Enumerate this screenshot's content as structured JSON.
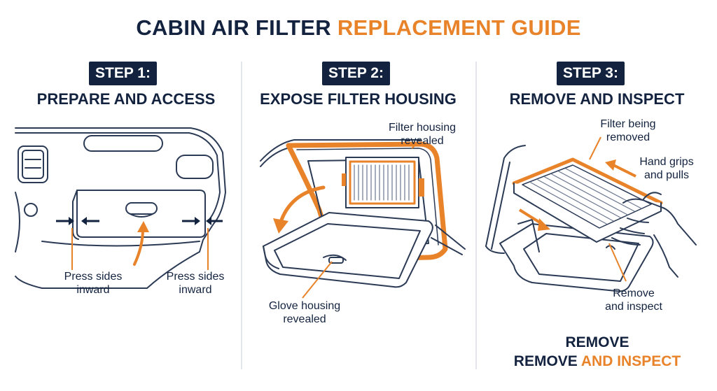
{
  "title": {
    "part1": "CABIN AIR FILTER ",
    "part2": "REPLACEMENT GUIDE"
  },
  "colors": {
    "navy": "#13233f",
    "orange": "#e8832a",
    "line": "#2b3a55",
    "divider": "#e3e6ea"
  },
  "steps": [
    {
      "badge": "STEP 1:",
      "heading": "PREPARE AND ACCESS",
      "callout_left": {
        "line1": "Press sides",
        "line2": "inward"
      },
      "callout_right": {
        "line1": "Press sides",
        "line2": "inward"
      }
    },
    {
      "badge": "STEP 2:",
      "heading": "EXPOSE FILTER HOUSING",
      "callout_top": {
        "line1": "Filter housing",
        "line2": "revealed"
      },
      "callout_bottom": {
        "line1": "Glove housing",
        "line2": "revealed"
      }
    },
    {
      "badge": "STEP 3:",
      "heading": "REMOVE AND INSPECT",
      "callout_filter": {
        "line1": "Filter being",
        "line2": "removed"
      },
      "callout_hand": {
        "line1": "Hand grips",
        "line2": "and pulls"
      },
      "callout_inspect": {
        "line1": "Remove",
        "line2": "and inspect"
      },
      "bottom": {
        "line1": "REMOVE",
        "line2_dark": "REMOVE ",
        "line2_accent": "AND INSPECT"
      }
    }
  ]
}
